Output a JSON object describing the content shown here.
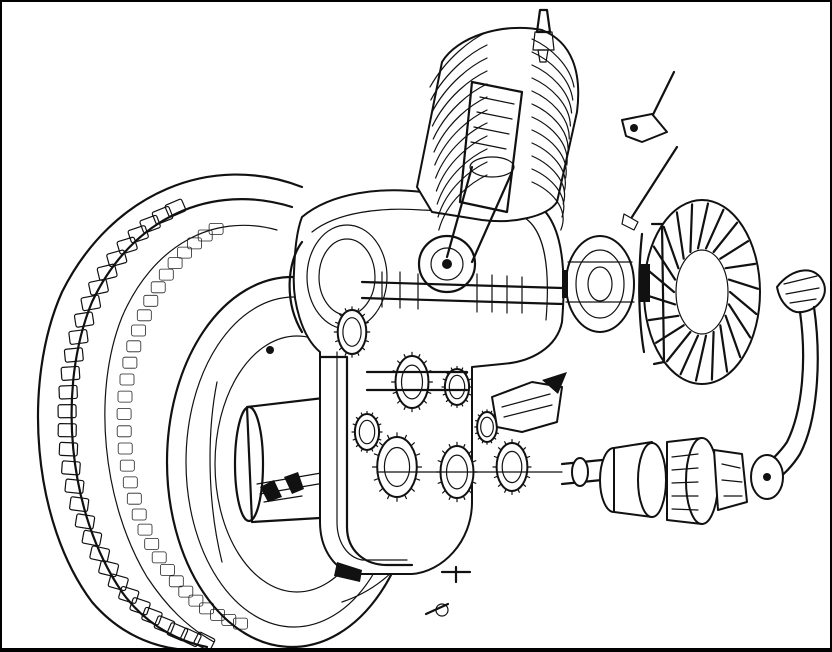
{
  "figure": {
    "subject": "exploded-engine-and-rear-wheel",
    "line_color": "#111111",
    "background": "#ffffff",
    "frame_color": "#000000"
  },
  "parts": [
    {
      "key": "rear-tyre",
      "icon": "tread-tyre"
    },
    {
      "key": "wheel-hub",
      "icon": "hub-drum"
    },
    {
      "key": "cylinder",
      "icon": "finned-cylinder"
    },
    {
      "key": "spark-plug",
      "icon": "plug"
    },
    {
      "key": "crankcase",
      "icon": "cutaway-case"
    },
    {
      "key": "crankshaft",
      "icon": "crank"
    },
    {
      "key": "gearbox",
      "icon": "gear-train"
    },
    {
      "key": "clutch",
      "icon": "clutch-pack"
    },
    {
      "key": "control-linkage",
      "icon": "lever-rod"
    },
    {
      "key": "flywheel-rotor",
      "icon": "rotor"
    },
    {
      "key": "cooling-fan",
      "icon": "fan"
    },
    {
      "key": "kickstart-lever",
      "icon": "pedal-arm"
    },
    {
      "key": "drive-coupling",
      "icon": "coupling"
    }
  ]
}
